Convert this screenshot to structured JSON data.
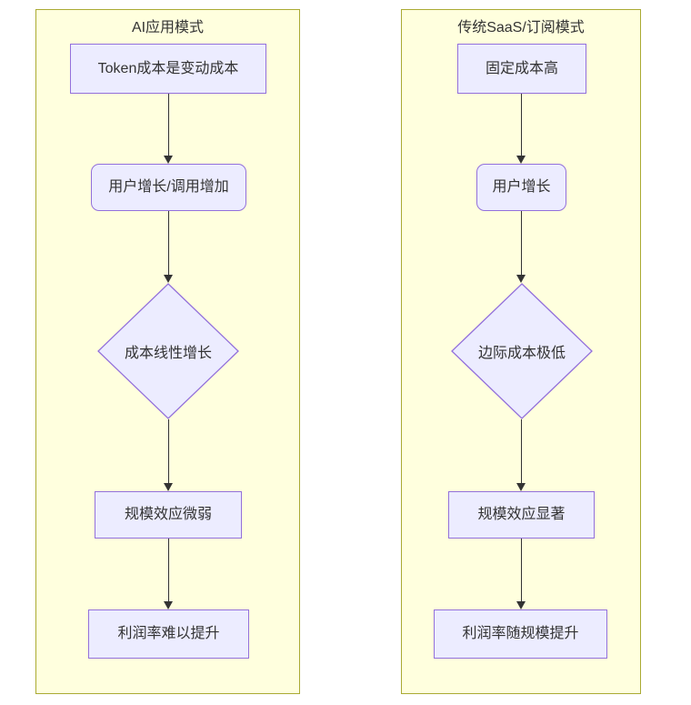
{
  "diagram": {
    "type": "flowchart",
    "colors": {
      "cluster_fill": "#ffffde",
      "cluster_border": "#aaaa33",
      "node_fill": "#ECECFF",
      "node_border": "#9370DB",
      "edge_color": "#333333",
      "text_color": "#333333",
      "page_background": "#ffffff"
    },
    "columns": [
      {
        "title": "AI应用模式",
        "nodes": [
          {
            "shape": "rect",
            "label": "Token成本是变动成本"
          },
          {
            "shape": "rounded",
            "label": "用户增长/调用增加"
          },
          {
            "shape": "diamond",
            "label": "成本线性增长"
          },
          {
            "shape": "rect",
            "label": "规模效应微弱"
          },
          {
            "shape": "rect",
            "label": "利润率难以提升"
          }
        ],
        "edges": [
          {
            "from": 0,
            "to": 1
          },
          {
            "from": 1,
            "to": 2
          },
          {
            "from": 2,
            "to": 3
          },
          {
            "from": 3,
            "to": 4
          }
        ]
      },
      {
        "title": "传统SaaS/订阅模式",
        "nodes": [
          {
            "shape": "rect",
            "label": "固定成本高"
          },
          {
            "shape": "rounded",
            "label": "用户增长"
          },
          {
            "shape": "diamond",
            "label": "边际成本极低"
          },
          {
            "shape": "rect",
            "label": "规模效应显著"
          },
          {
            "shape": "rect",
            "label": "利润率随规模提升"
          }
        ],
        "edges": [
          {
            "from": 0,
            "to": 1
          },
          {
            "from": 1,
            "to": 2
          },
          {
            "from": 2,
            "to": 3
          },
          {
            "from": 3,
            "to": 4
          }
        ]
      }
    ]
  }
}
